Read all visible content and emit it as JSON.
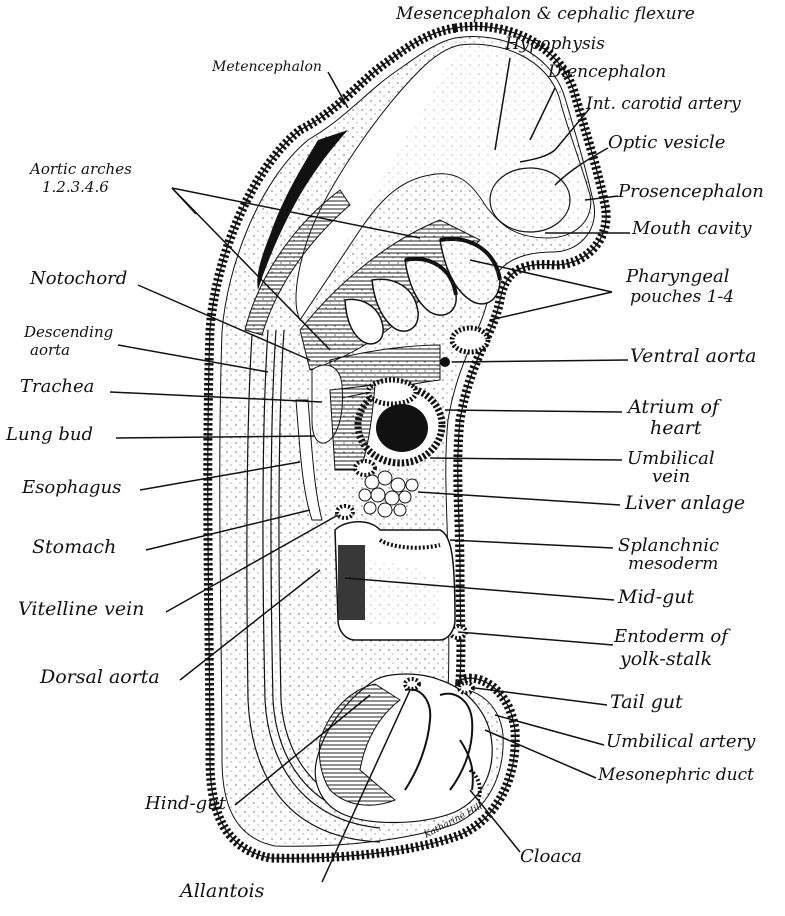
{
  "labels": {
    "mesencephalon": "Mesencephalon & cephalic flexure",
    "hypophysis": "Hypophysis",
    "diencephalon": "Diencephalon",
    "metencephalon": "Metencephalon",
    "int_carotid": "Int. carotid artery",
    "optic_vesicle": "Optic vesicle",
    "aortic_arches_1": "Aortic arches",
    "aortic_arches_2": "1.2.3.4.6",
    "prosencephalon": "Prosencephalon",
    "mouth_cavity": "Mouth cavity",
    "notochord": "Notochord",
    "pharyngeal_1": "Pharyngeal",
    "pharyngeal_2": "pouches 1-4",
    "descending_aorta_1": "Descending",
    "descending_aorta_2": "aorta",
    "ventral_aorta": "Ventral aorta",
    "trachea": "Trachea",
    "atrium_1": "Atrium of",
    "atrium_2": "heart",
    "lung_bud": "Lung bud",
    "umbilical_vein_1": "Umbilical",
    "umbilical_vein_2": "vein",
    "esophagus": "Esophagus",
    "liver_anlage": "Liver anlage",
    "stomach": "Stomach",
    "splanchnic_1": "Splanchnic",
    "splanchnic_2": "mesoderm",
    "vitelline_vein": "Vitelline vein",
    "mid_gut": "Mid-gut",
    "entoderm_1": "Entoderm of",
    "entoderm_2": "yolk-stalk",
    "dorsal_aorta": "Dorsal aorta",
    "tail_gut": "Tail gut",
    "umbilical_artery": "Umbilical artery",
    "mesonephric_duct": "Mesonephric duct",
    "hind_gut": "Hind-gut",
    "cloaca": "Cloaca",
    "allantois": "Allantois",
    "signature": "Katharine Hill"
  }
}
